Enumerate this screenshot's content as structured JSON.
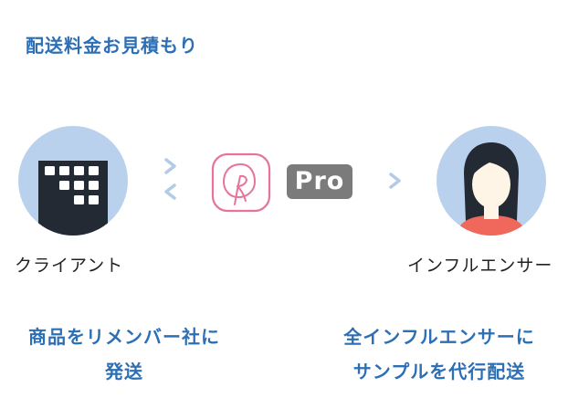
{
  "title": "配送料金お見積もり",
  "nodes": {
    "client": {
      "label": "クライアント",
      "icon": "building-icon"
    },
    "influencer": {
      "label": "インフルエンサー",
      "icon": "woman-avatar-icon"
    }
  },
  "badge": {
    "label": "Pro"
  },
  "logo": {
    "icon": "r-logo-icon"
  },
  "descriptions": {
    "left": {
      "line1": "商品をリメンバー社に",
      "line2": "発送"
    },
    "right": {
      "line1": "全インフルエンサーに",
      "line2": "サンプルを代行配送"
    }
  },
  "colors": {
    "accent_blue": "#2d6fb5",
    "circle_bg": "#b9d1ec",
    "arrow": "#b2cbe6",
    "logo_pink": "#e8739a",
    "badge_gray": "#7b7b7b",
    "shirt_red": "#f0675c"
  }
}
